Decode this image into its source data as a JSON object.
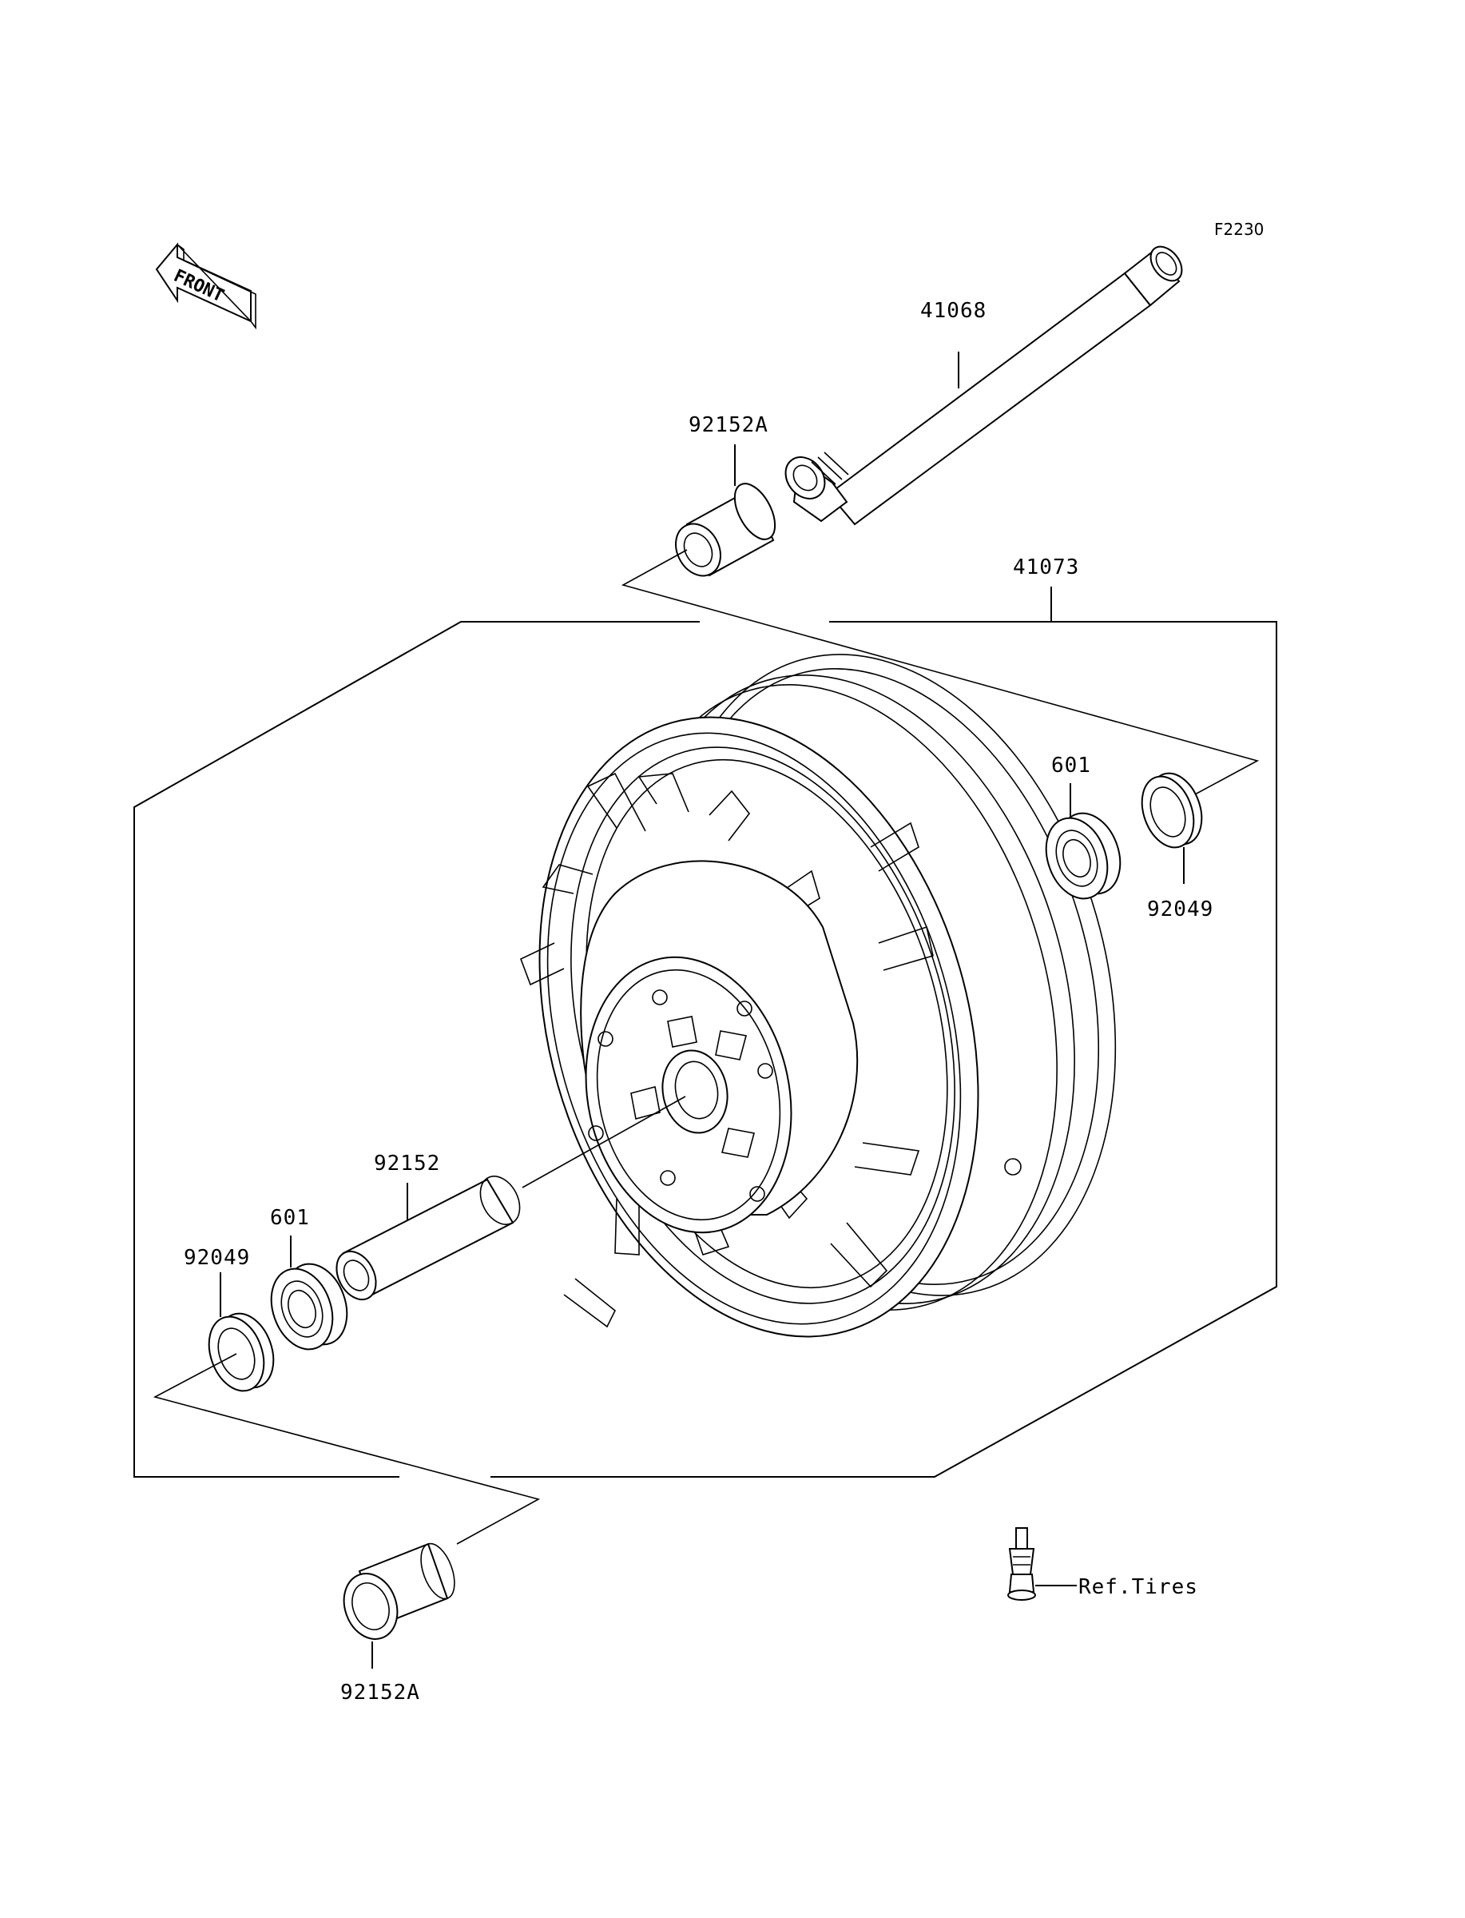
{
  "diagram_code": "F2230",
  "front_indicator": {
    "text": "FRONT",
    "icon": "front-arrow-icon"
  },
  "labels": {
    "axle": "41068",
    "collar_top": "92152A",
    "wheel_assembly": "41073",
    "bearing_right": "601",
    "seal_right": "92049",
    "collar_long": "92152",
    "bearing_left": "601",
    "seal_left": "92049",
    "collar_bottom": "92152A",
    "valve_ref": "Ref.Tires"
  },
  "colors": {
    "line": "#000000",
    "background": "#ffffff"
  }
}
